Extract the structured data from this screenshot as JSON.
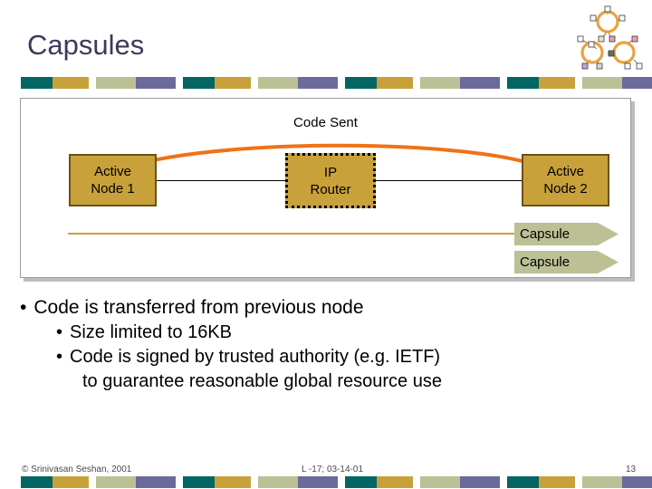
{
  "slide": {
    "title": "Capsules",
    "page_number": "13"
  },
  "decoration": {
    "graphic_name": "molecule-network-graphic",
    "node_color": "#e8a33d",
    "handle_color": "#ffffff"
  },
  "strip": {
    "colors": {
      "teal": "#036564",
      "gold": "#c9a13b",
      "sage": "#bcc095",
      "purple": "#6a6a9c"
    },
    "repeat_count": 4
  },
  "diagram": {
    "arc_label": "Code Sent",
    "arc_color": "#ef7215",
    "nodes": [
      {
        "id": "active-node-1",
        "line1": "Active",
        "line2": "Node 1",
        "fill": "#c9a13b",
        "border": "solid"
      },
      {
        "id": "ip-router",
        "line1": "IP",
        "line2": "Router",
        "fill": "#c9a13b",
        "border": "dotted"
      },
      {
        "id": "active-node-2",
        "line1": "Active",
        "line2": "Node 2",
        "fill": "#c9a13b",
        "border": "solid"
      }
    ],
    "capsules": [
      {
        "label": "Capsule"
      },
      {
        "label": "Capsule"
      }
    ],
    "capsule_fill": "#bcc095",
    "wire_color": "#000000",
    "capsule_wire_color": "#c9a13b"
  },
  "bullets": {
    "marker": "•",
    "items": [
      {
        "level": 1,
        "text": "Code is transferred from previous node"
      },
      {
        "level": 2,
        "text": "Size limited to 16KB"
      },
      {
        "level": 2,
        "text": "Code is signed by trusted authority (e.g. IETF)"
      }
    ],
    "continuation": "to guarantee reasonable global resource use"
  },
  "footer": {
    "copyright": "© Srinivasan Seshan, 2001",
    "lecture": "L -17; 03-14-01",
    "page": "13"
  }
}
